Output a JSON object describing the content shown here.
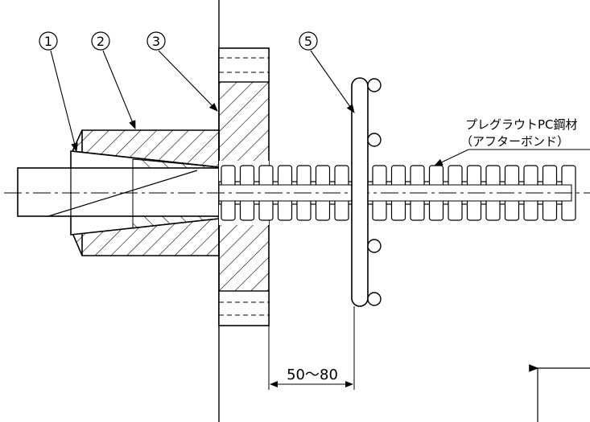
{
  "callouts": {
    "c1": "①",
    "c2": "②",
    "c3": "③",
    "c5": "⑤"
  },
  "labels": {
    "tendon_line1": "プレグラウトPC鋼材",
    "tendon_line2": "（アフターボンド）",
    "dimension": "50〜80"
  }
}
